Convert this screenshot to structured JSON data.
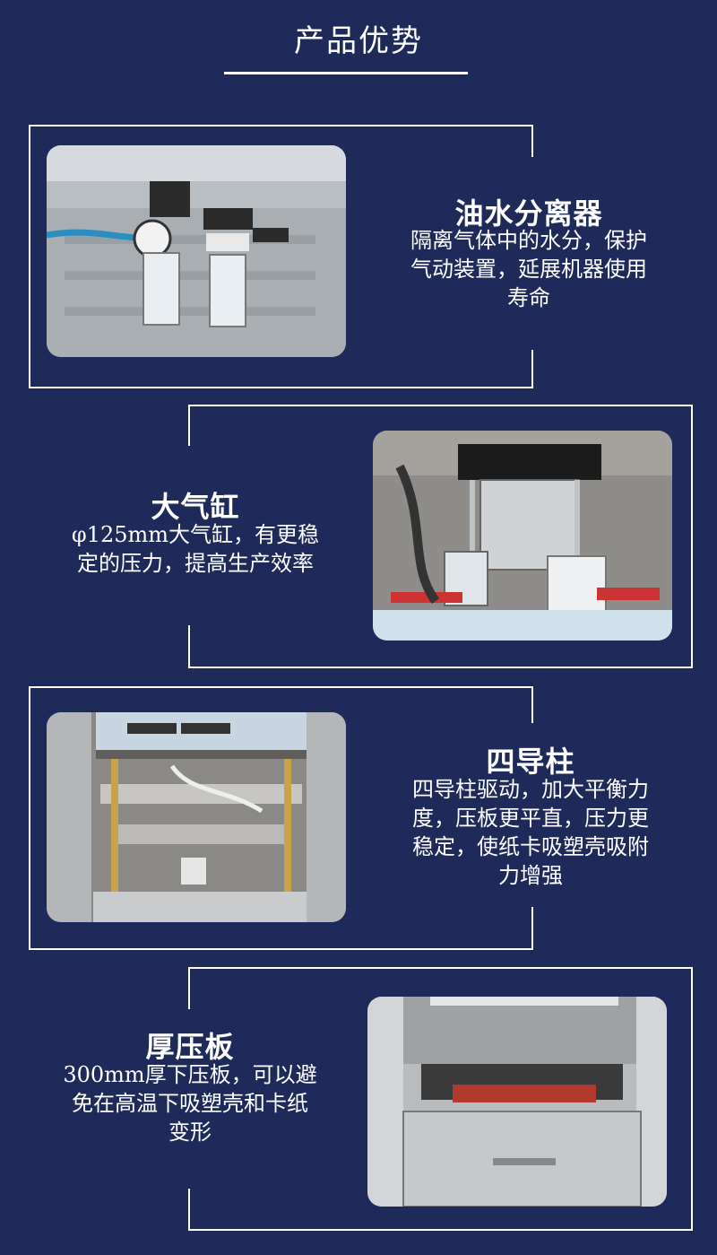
{
  "header": {
    "title": "产品优势"
  },
  "features": [
    {
      "title": "油水分离器",
      "desc": [
        "隔离气体中的水分，保护",
        "气动装置，延展机器使用",
        "寿命"
      ]
    },
    {
      "title": "大气缸",
      "desc": [
        "φ125mm大气缸，有更稳",
        "定的压力，提高生产效率"
      ]
    },
    {
      "title": "四导柱",
      "desc": [
        "四导柱驱动，加大平衡力",
        "度，压板更平直，压力更",
        "稳定，使纸卡吸塑壳吸附",
        "力增强"
      ]
    },
    {
      "title": "厚压板",
      "desc": [
        "300mm厚下压板，可以避",
        "免在高温下吸塑壳和卡纸",
        "变形"
      ]
    }
  ],
  "colors": {
    "background": "#1e2a5a",
    "frame": "#ffffff",
    "text": "#ffffff"
  }
}
